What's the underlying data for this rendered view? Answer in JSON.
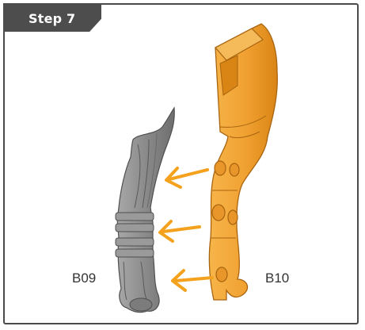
{
  "step": {
    "title": "Step 7"
  },
  "parts": {
    "left_label": "B09",
    "right_label": "B10"
  },
  "colors": {
    "accent_arrow": "#f4a21e",
    "part_orange": "#f0a030",
    "part_grey": "#8c8c8c",
    "tab_bg": "#4d4d4d"
  },
  "icons": [
    "arrow-left-icon",
    "arrow-left-icon",
    "arrow-left-icon"
  ]
}
